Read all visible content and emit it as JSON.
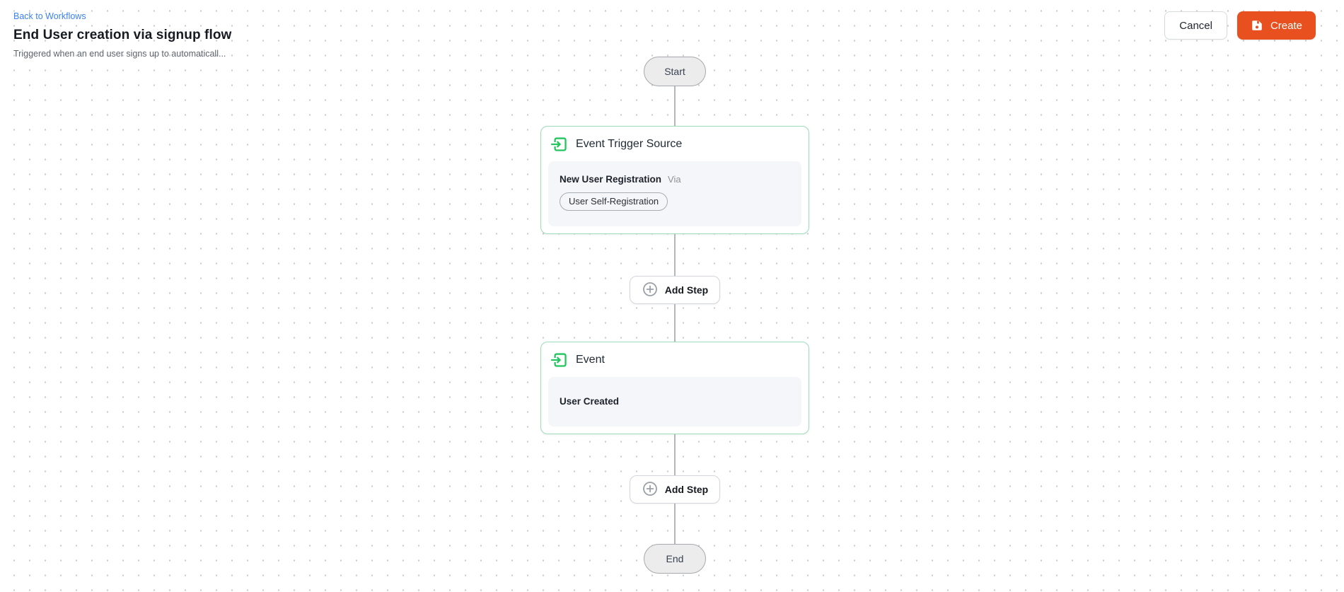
{
  "header": {
    "back_link": "Back to Workflows",
    "title": "End User creation via signup flow",
    "description": "Triggered when an end user signs up to automaticall..."
  },
  "actions": {
    "cancel_label": "Cancel",
    "create_label": "Create",
    "create_icon": "floppy-save-icon"
  },
  "workflow": {
    "start_label": "Start",
    "end_label": "End",
    "add_step_label": "Add Step",
    "nodes": [
      {
        "icon": "box-arrow-in-right-icon",
        "title": "Event Trigger Source",
        "event_name": "New User Registration",
        "via_label": "Via",
        "source_chip": "User Self-Registration"
      },
      {
        "icon": "box-arrow-in-right-icon",
        "title": "Event",
        "event_name": "User Created"
      }
    ]
  },
  "colors": {
    "accent_orange": "#E8511F",
    "node_icon_green": "#22C55E",
    "card_border_green": "#9EDCBA",
    "link_blue": "#3B82F6",
    "connector_gray": "#B3B6BA"
  }
}
